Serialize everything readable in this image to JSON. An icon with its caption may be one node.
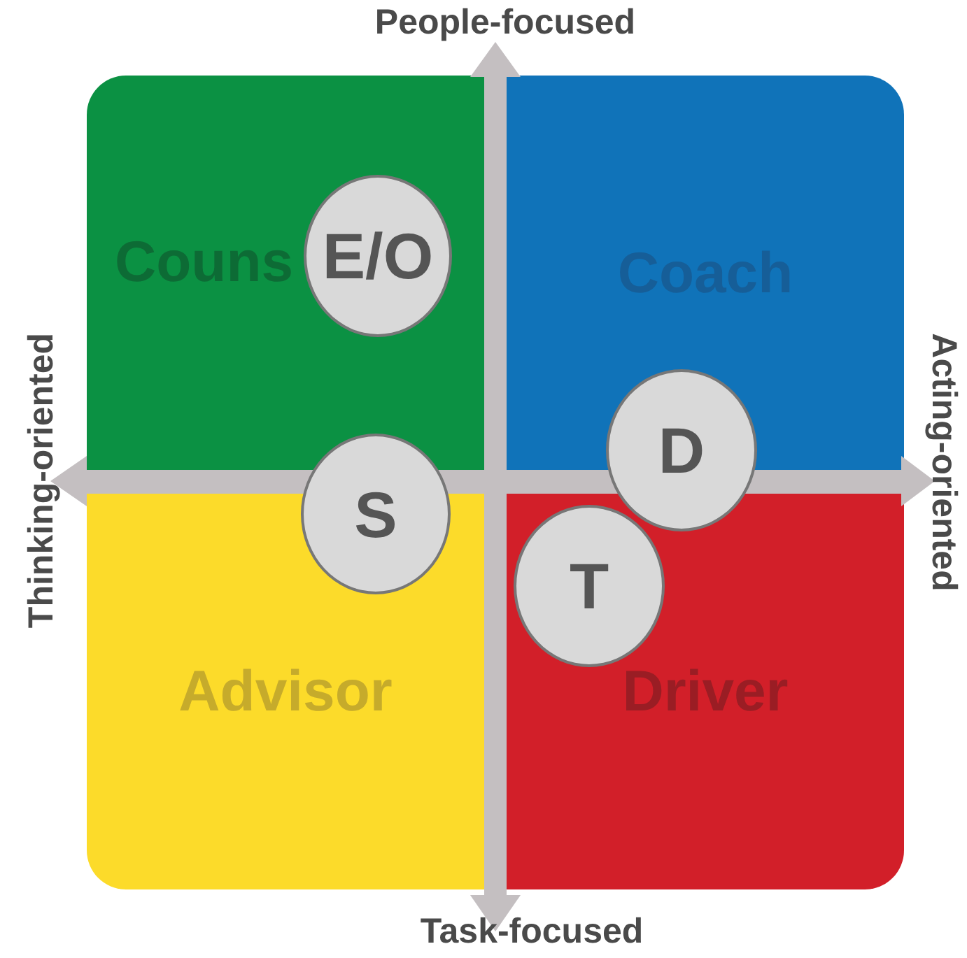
{
  "diagram": {
    "nodes": [
      {
        "text": [
          "Couns"
        ]
      },
      {
        "text": [
          "Coach"
        ]
      },
      {
        "text": [
          "Advisor"
        ]
      },
      {
        "text": [
          "Driver"
        ]
      },
      {
        "text": [
          "E/O"
        ],
        "in": 0
      },
      {
        "text": [
          "S"
        ]
      },
      {
        "text": [
          "D"
        ]
      },
      {
        "text": [
          "T"
        ],
        "in": 3
      }
    ],
    "labels": [
      "People-focused",
      "Thinking-oriented",
      "Acting-oriented",
      "Task-focused"
    ]
  }
}
